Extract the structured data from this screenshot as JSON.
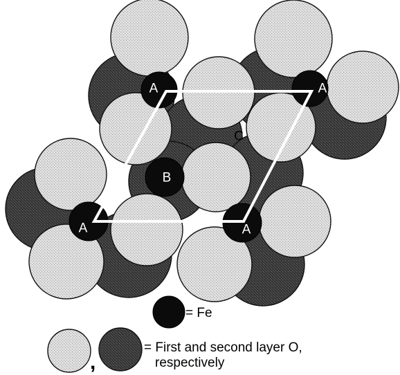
{
  "sites": {
    "a_label": "A",
    "b_label": "B",
    "c_label": "C"
  },
  "legend": {
    "fe_text": "= Fe",
    "oxygen_text_line1": "= First and second layer O,",
    "oxygen_text_line2": "respectively",
    "separator": ","
  },
  "colors": {
    "fe": "#0b0b0b",
    "first_layer_o": "#d9d9d9",
    "second_layer_o": "#3a3a3a",
    "unit_cell": "#ffffff"
  }
}
